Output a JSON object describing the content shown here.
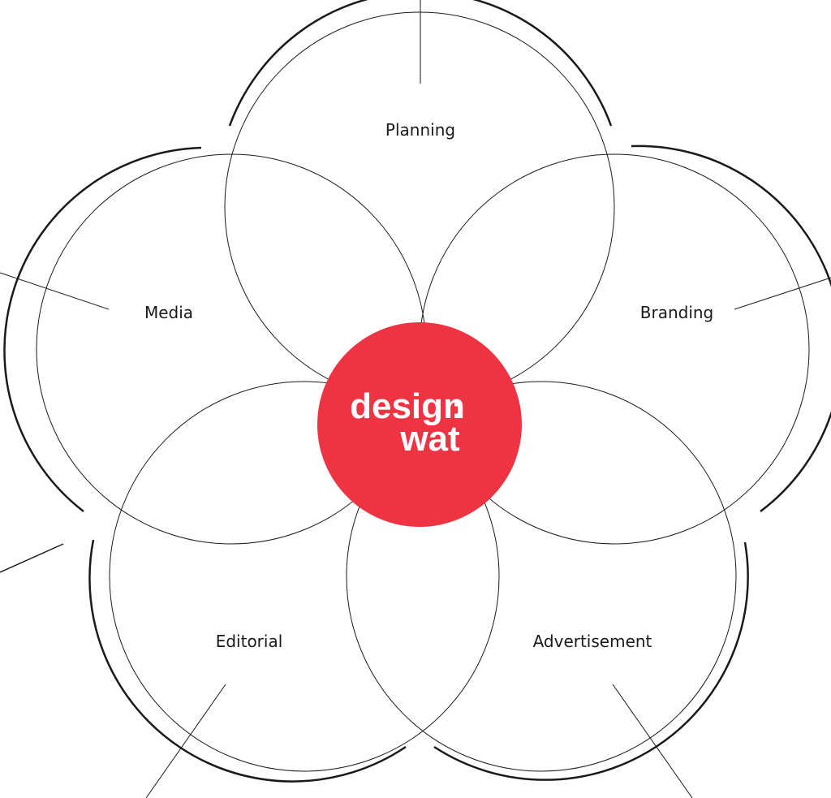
{
  "colors": {
    "accent": "#ee3342",
    "stroke": "#1a1a1a",
    "background": "#ffffff"
  },
  "logo": {
    "line1": "design",
    "separator": ":",
    "line2": "wat"
  },
  "petals": [
    {
      "id": "planning",
      "label": "Planning"
    },
    {
      "id": "branding",
      "label": "Branding"
    },
    {
      "id": "advertisement",
      "label": "Advertisement"
    },
    {
      "id": "editorial",
      "label": "Editorial"
    },
    {
      "id": "media",
      "label": "Media"
    }
  ]
}
